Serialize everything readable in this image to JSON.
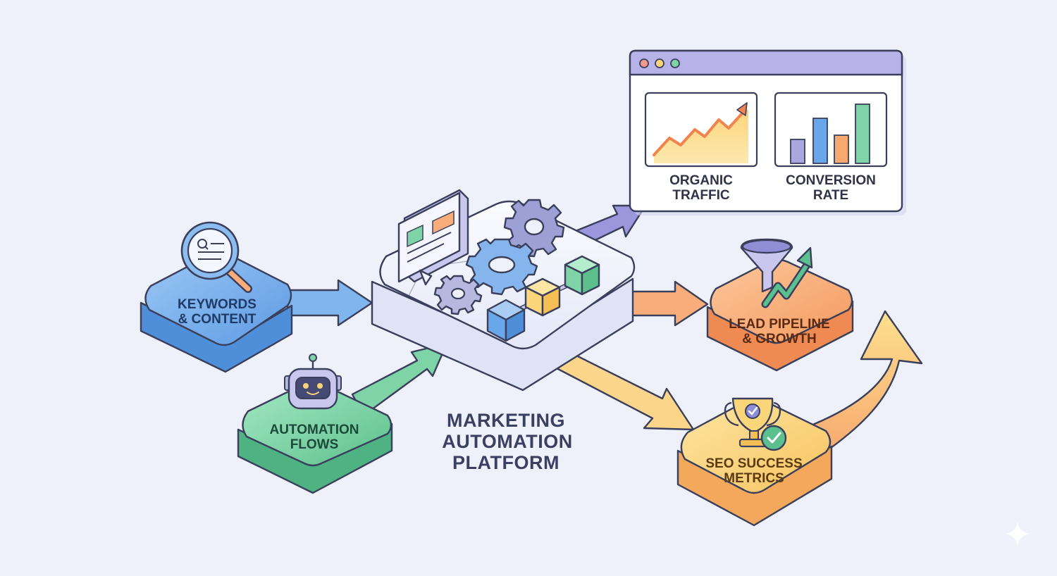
{
  "diagram": {
    "title_lines": [
      "MARKETING",
      "AUTOMATION",
      "PLATFORM"
    ],
    "blocks": {
      "keywords": {
        "lines": [
          "KEYWORDS",
          "& CONTENT"
        ],
        "icon": "magnifier-document-icon"
      },
      "automation": {
        "lines": [
          "AUTOMATION",
          "FLOWS"
        ],
        "icon": "robot-icon"
      },
      "lead": {
        "lines": [
          "LEAD PIPELINE",
          "& GROWTH"
        ],
        "icon": "funnel-growth-icon"
      },
      "seo": {
        "lines": [
          "SEO SUCCESS",
          "METRICS"
        ],
        "icon": "trophy-check-icon"
      }
    },
    "dashboard": {
      "panels": [
        {
          "lines": [
            "ORGANIC",
            "TRAFFIC"
          ],
          "icon": "area-chart-icon"
        },
        {
          "lines": [
            "CONVERSION",
            "RATE"
          ],
          "icon": "bar-chart-icon"
        }
      ]
    }
  },
  "colors": {
    "background": "#eef1f9",
    "blue": "#6aa6ea",
    "green": "#6fcf9f",
    "orange": "#f7a970",
    "yellow": "#fbd57a",
    "purple": "#8f8fd6",
    "window_bar": "#b7b3e8",
    "outline": "#3a3f5c"
  }
}
